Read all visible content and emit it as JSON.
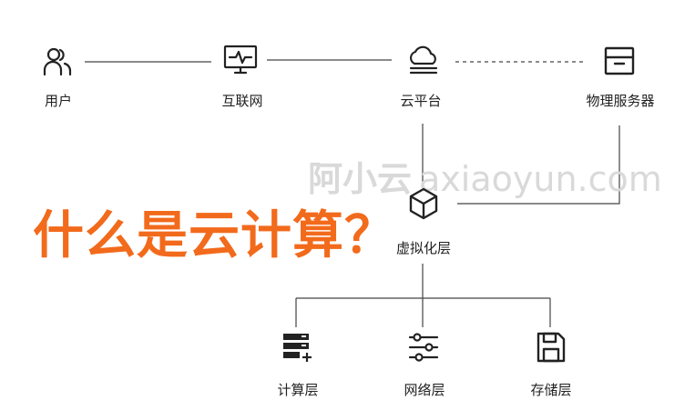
{
  "diagram": {
    "nodes": {
      "user": {
        "label": "用户",
        "icon": "users-icon"
      },
      "internet": {
        "label": "互联网",
        "icon": "monitor-pulse-icon"
      },
      "cloud_platform": {
        "label": "云平台",
        "icon": "cloud-server-icon"
      },
      "physical_servers": {
        "label": "物理服务器",
        "icon": "archive-box-icon"
      },
      "virtualization": {
        "label": "虚拟化层",
        "icon": "cube-icon"
      },
      "compute": {
        "label": "计算层",
        "icon": "server-add-icon"
      },
      "network": {
        "label": "网络层",
        "icon": "sliders-icon"
      },
      "storage": {
        "label": "存储层",
        "icon": "floppy-disk-icon"
      }
    }
  },
  "headline": "什么是云计算？",
  "watermark": {
    "cn": "阿小云",
    "domain": "axiaoyun.com"
  },
  "colors": {
    "accent": "#f26a1b",
    "line": "#444444",
    "watermark": "#d9d9d9"
  }
}
